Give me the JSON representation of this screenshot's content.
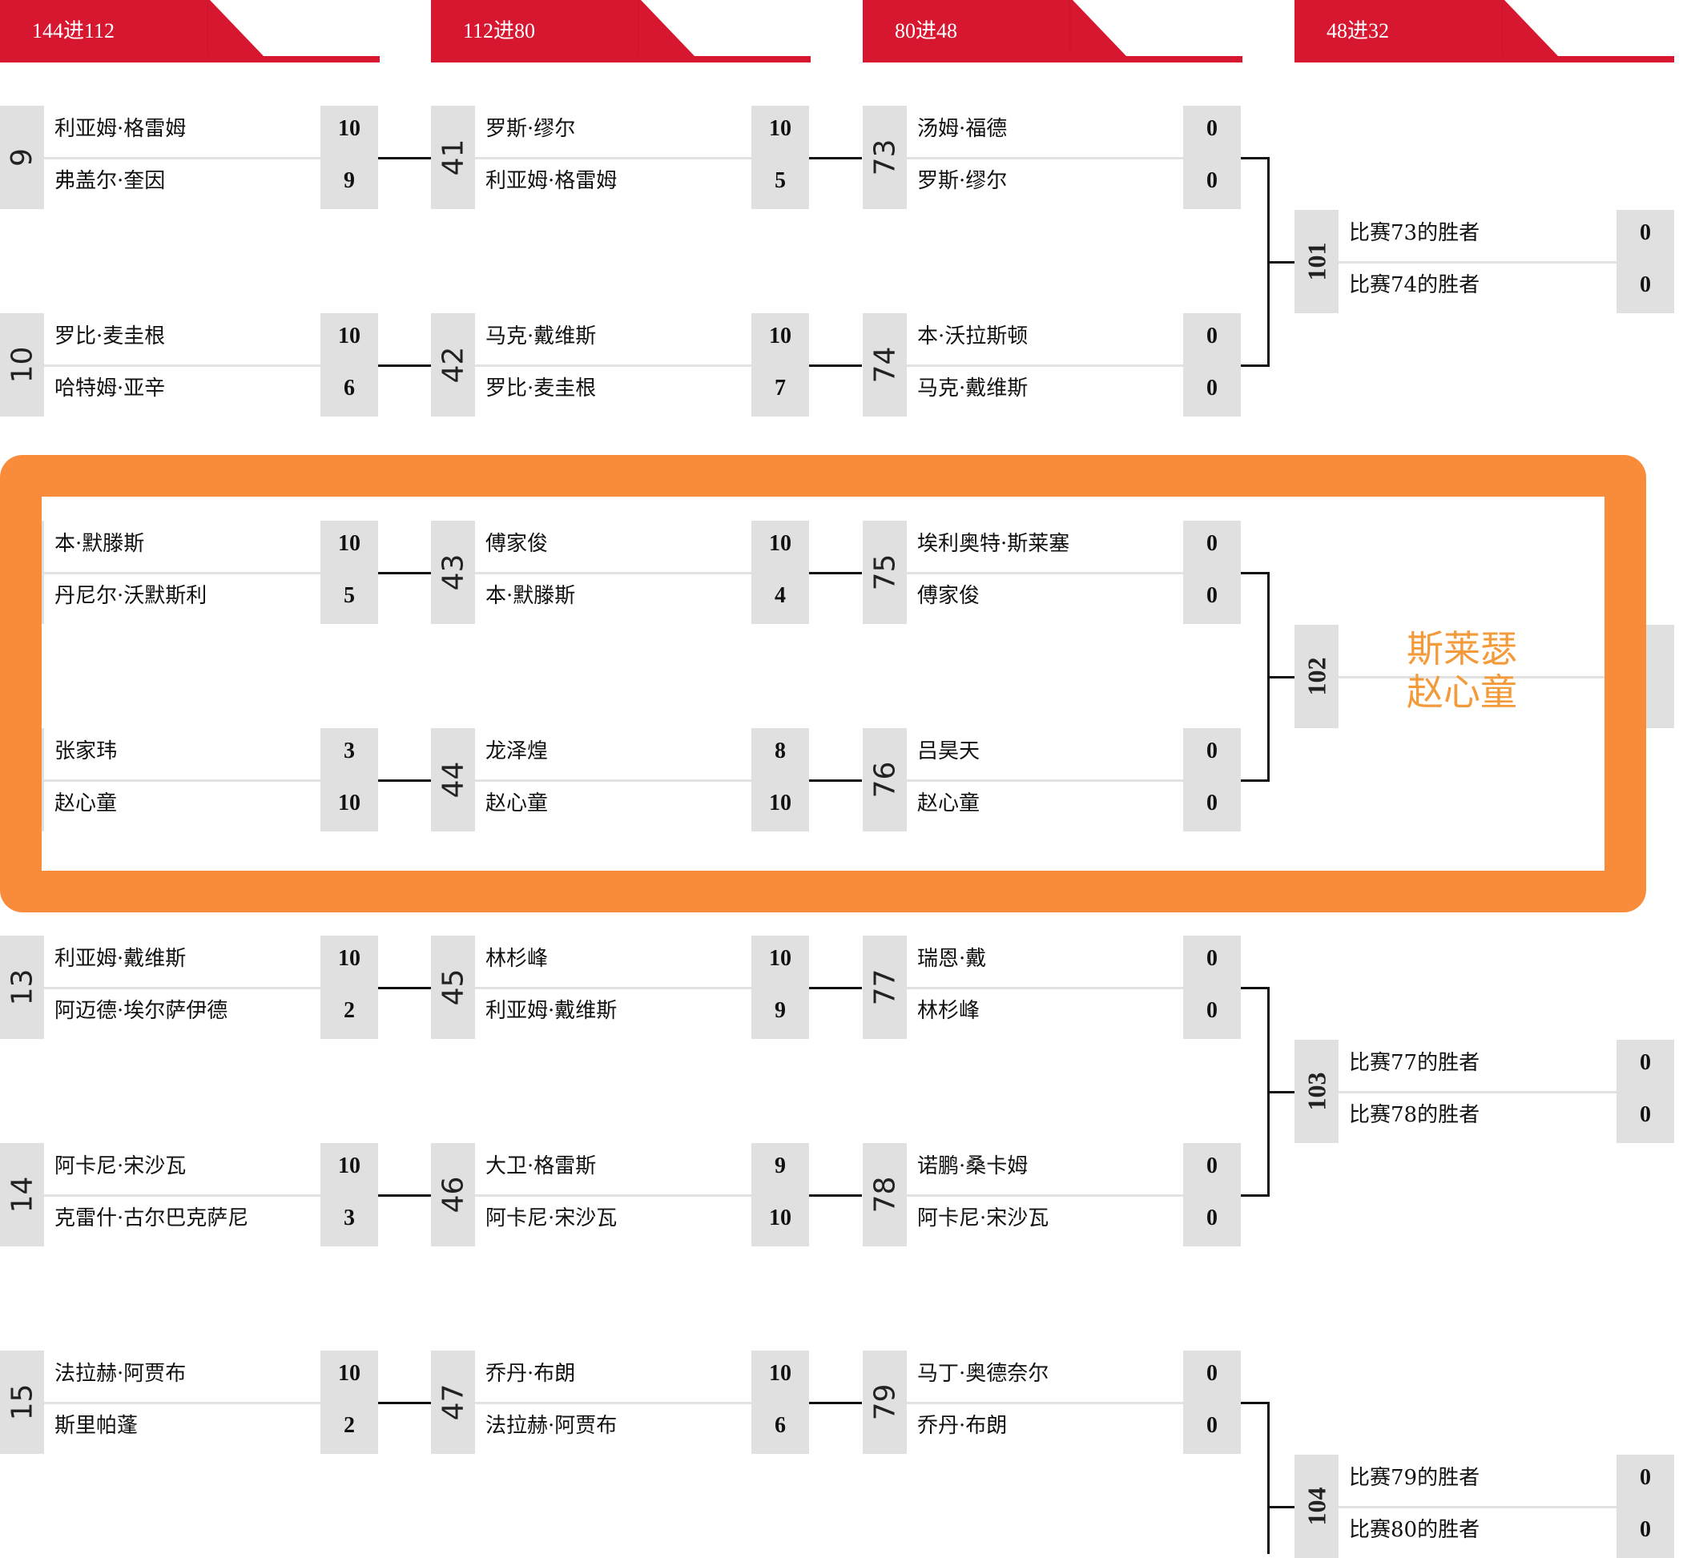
{
  "rounds": [
    {
      "label": "144进112",
      "matches": [
        {
          "no": "9",
          "p1": "利亚姆·格雷姆",
          "s1": "10",
          "p2": "弗盖尔·奎因",
          "s2": "9"
        },
        {
          "no": "10",
          "p1": "罗比·麦圭根",
          "s1": "10",
          "p2": "哈特姆·亚辛",
          "s2": "6"
        },
        {
          "no": "",
          "p1": "本·默滕斯",
          "s1": "10",
          "p2": "丹尼尔·沃默斯利",
          "s2": "5"
        },
        {
          "no": "",
          "p1": "张家玮",
          "s1": "3",
          "p2": "赵心童",
          "s2": "10"
        },
        {
          "no": "13",
          "p1": "利亚姆·戴维斯",
          "s1": "10",
          "p2": "阿迈德·埃尔萨伊德",
          "s2": "2"
        },
        {
          "no": "14",
          "p1": "阿卡尼·宋沙瓦",
          "s1": "10",
          "p2": "克雷什·古尔巴克萨尼",
          "s2": "3"
        },
        {
          "no": "15",
          "p1": "法拉赫·阿贾布",
          "s1": "10",
          "p2": "斯里帕蓬",
          "s2": "2"
        }
      ]
    },
    {
      "label": "112进80",
      "matches": [
        {
          "no": "41",
          "p1": "罗斯·缪尔",
          "s1": "10",
          "p2": "利亚姆·格雷姆",
          "s2": "5"
        },
        {
          "no": "42",
          "p1": "马克·戴维斯",
          "s1": "10",
          "p2": "罗比·麦圭根",
          "s2": "7"
        },
        {
          "no": "43",
          "p1": "傅家俊",
          "s1": "10",
          "p2": "本·默滕斯",
          "s2": "4"
        },
        {
          "no": "44",
          "p1": "龙泽煌",
          "s1": "8",
          "p2": "赵心童",
          "s2": "10"
        },
        {
          "no": "45",
          "p1": "林杉峰",
          "s1": "10",
          "p2": "利亚姆·戴维斯",
          "s2": "9"
        },
        {
          "no": "46",
          "p1": "大卫·格雷斯",
          "s1": "9",
          "p2": "阿卡尼·宋沙瓦",
          "s2": "10"
        },
        {
          "no": "47",
          "p1": "乔丹·布朗",
          "s1": "10",
          "p2": "法拉赫·阿贾布",
          "s2": "6"
        }
      ]
    },
    {
      "label": "80进48",
      "matches": [
        {
          "no": "73",
          "p1": "汤姆·福德",
          "s1": "0",
          "p2": "罗斯·缪尔",
          "s2": "0"
        },
        {
          "no": "74",
          "p1": "本·沃拉斯顿",
          "s1": "0",
          "p2": "马克·戴维斯",
          "s2": "0"
        },
        {
          "no": "75",
          "p1": "埃利奥特·斯莱塞",
          "s1": "0",
          "p2": "傅家俊",
          "s2": "0"
        },
        {
          "no": "76",
          "p1": "吕昊天",
          "s1": "0",
          "p2": "赵心童",
          "s2": "0"
        },
        {
          "no": "77",
          "p1": "瑞恩·戴",
          "s1": "0",
          "p2": "林杉峰",
          "s2": "0"
        },
        {
          "no": "78",
          "p1": "诺鹏·桑卡姆",
          "s1": "0",
          "p2": "阿卡尼·宋沙瓦",
          "s2": "0"
        },
        {
          "no": "79",
          "p1": "马丁·奥德奈尔",
          "s1": "0",
          "p2": "乔丹·布朗",
          "s2": "0"
        }
      ]
    },
    {
      "label": "48进32",
      "matches": [
        {
          "no": "101",
          "p1": "比赛73的胜者",
          "s1": "0",
          "p2": "比赛74的胜者",
          "s2": "0"
        },
        {
          "no": "102",
          "p1": "",
          "s1": "",
          "p2": "",
          "s2": ""
        },
        {
          "no": "103",
          "p1": "比赛77的胜者",
          "s1": "0",
          "p2": "比赛78的胜者",
          "s2": "0"
        },
        {
          "no": "104",
          "p1": "比赛79的胜者",
          "s1": "0",
          "p2": "比赛80的胜者",
          "s2": "0"
        }
      ]
    }
  ],
  "highlight": {
    "winner_line1": "斯莱瑟",
    "winner_line2": "赵心童",
    "frame_color": "#F98C3A"
  },
  "colors": {
    "header": "#D7172F",
    "box": "#E0E0E0"
  }
}
